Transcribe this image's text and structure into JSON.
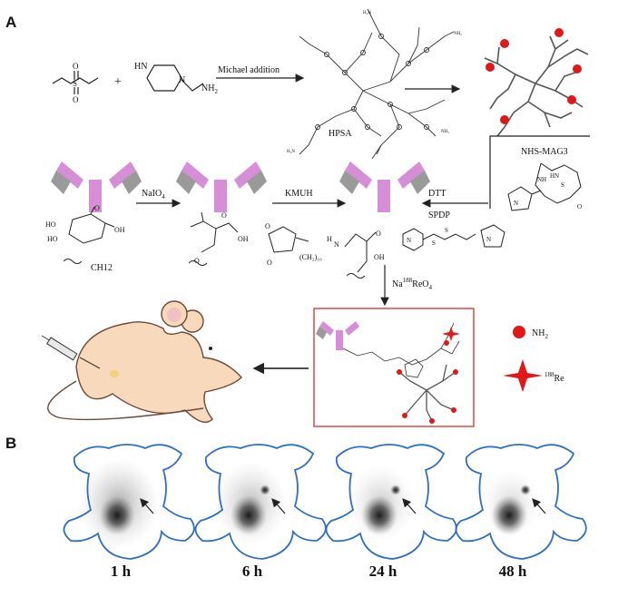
{
  "panels": {
    "a": "A",
    "b": "B"
  },
  "reagents": {
    "michael": "Michael addition",
    "nh2_sub": "2",
    "hpsa": "HPSA",
    "nhs_mag3": "NHS-MAG3",
    "naio4": "NaIO",
    "naio4_sub": "4",
    "kmuh": "KMUH",
    "dtt": "DTT",
    "spdp": "SPDP",
    "ch12": "CH12",
    "nareo_pre": "Na",
    "nareo_sup": "188",
    "nareo_post": "ReO",
    "nareo_sub": "4",
    "chain": "(CH₂)₁₀"
  },
  "legend": {
    "nh2": "NH",
    "nh2_sub": "2",
    "re_sup": "188",
    "re": "Re"
  },
  "colors": {
    "antibody": "#d68fd6",
    "antibody_tip": "#9a9a9a",
    "red": "#e01818",
    "mouse": "#f8d9bc",
    "outline": "#2f6fc2",
    "box": "#d94a4a"
  },
  "timepoints": [
    "1 h",
    "6 h",
    "24 h",
    "48 h"
  ]
}
